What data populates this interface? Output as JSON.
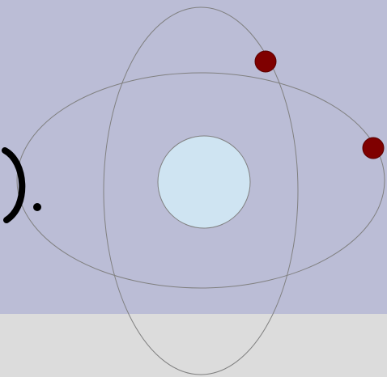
{
  "colors": {
    "panel_top": "#bbbdd6",
    "panel_bottom": "#dcdcdc",
    "orbit_stroke": "#808080",
    "nucleus_fill": "#cfe4f2",
    "nucleus_stroke": "#808080",
    "electron_fill": "#7f0000",
    "electron_stroke": "#5a0000",
    "glyph": "#000000"
  },
  "diagram": {
    "description_type": "atom-model",
    "orbits": 2,
    "electrons": 2
  }
}
